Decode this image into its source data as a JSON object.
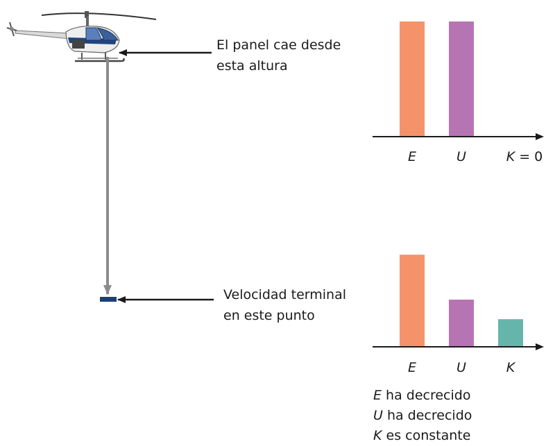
{
  "annotations": {
    "drop_line1": "El panel cae desde",
    "drop_line2": "esta altura",
    "terminal_line1": "Velocidad terminal",
    "terminal_line2": "en este punto"
  },
  "chart_data": [
    {
      "type": "bar",
      "categories": [
        "E",
        "U",
        "K = 0"
      ],
      "values": [
        1.0,
        1.0,
        0.0
      ],
      "colors": [
        "#f4936a",
        "#b774b3",
        "#66b5ab"
      ],
      "ylim": [
        0,
        1.0
      ],
      "grid": false
    },
    {
      "type": "bar",
      "categories": [
        "E",
        "U",
        "K"
      ],
      "values": [
        0.8,
        0.41,
        0.24
      ],
      "colors": [
        "#f4936a",
        "#b774b3",
        "#66b5ab"
      ],
      "ylim": [
        0,
        1.0
      ],
      "grid": false
    }
  ],
  "summary": [
    {
      "symbol": "E",
      "text": " ha decrecido"
    },
    {
      "symbol": "U",
      "text": " ha decrecido"
    },
    {
      "symbol": "K",
      "text": " es constante"
    }
  ],
  "colors": {
    "arrow": "#1a1a1a",
    "fall_line": "#8c8c8c",
    "panel": "#1f3f73",
    "helicopter_body": "#e8e8e8",
    "helicopter_stripe": "#20457e"
  }
}
